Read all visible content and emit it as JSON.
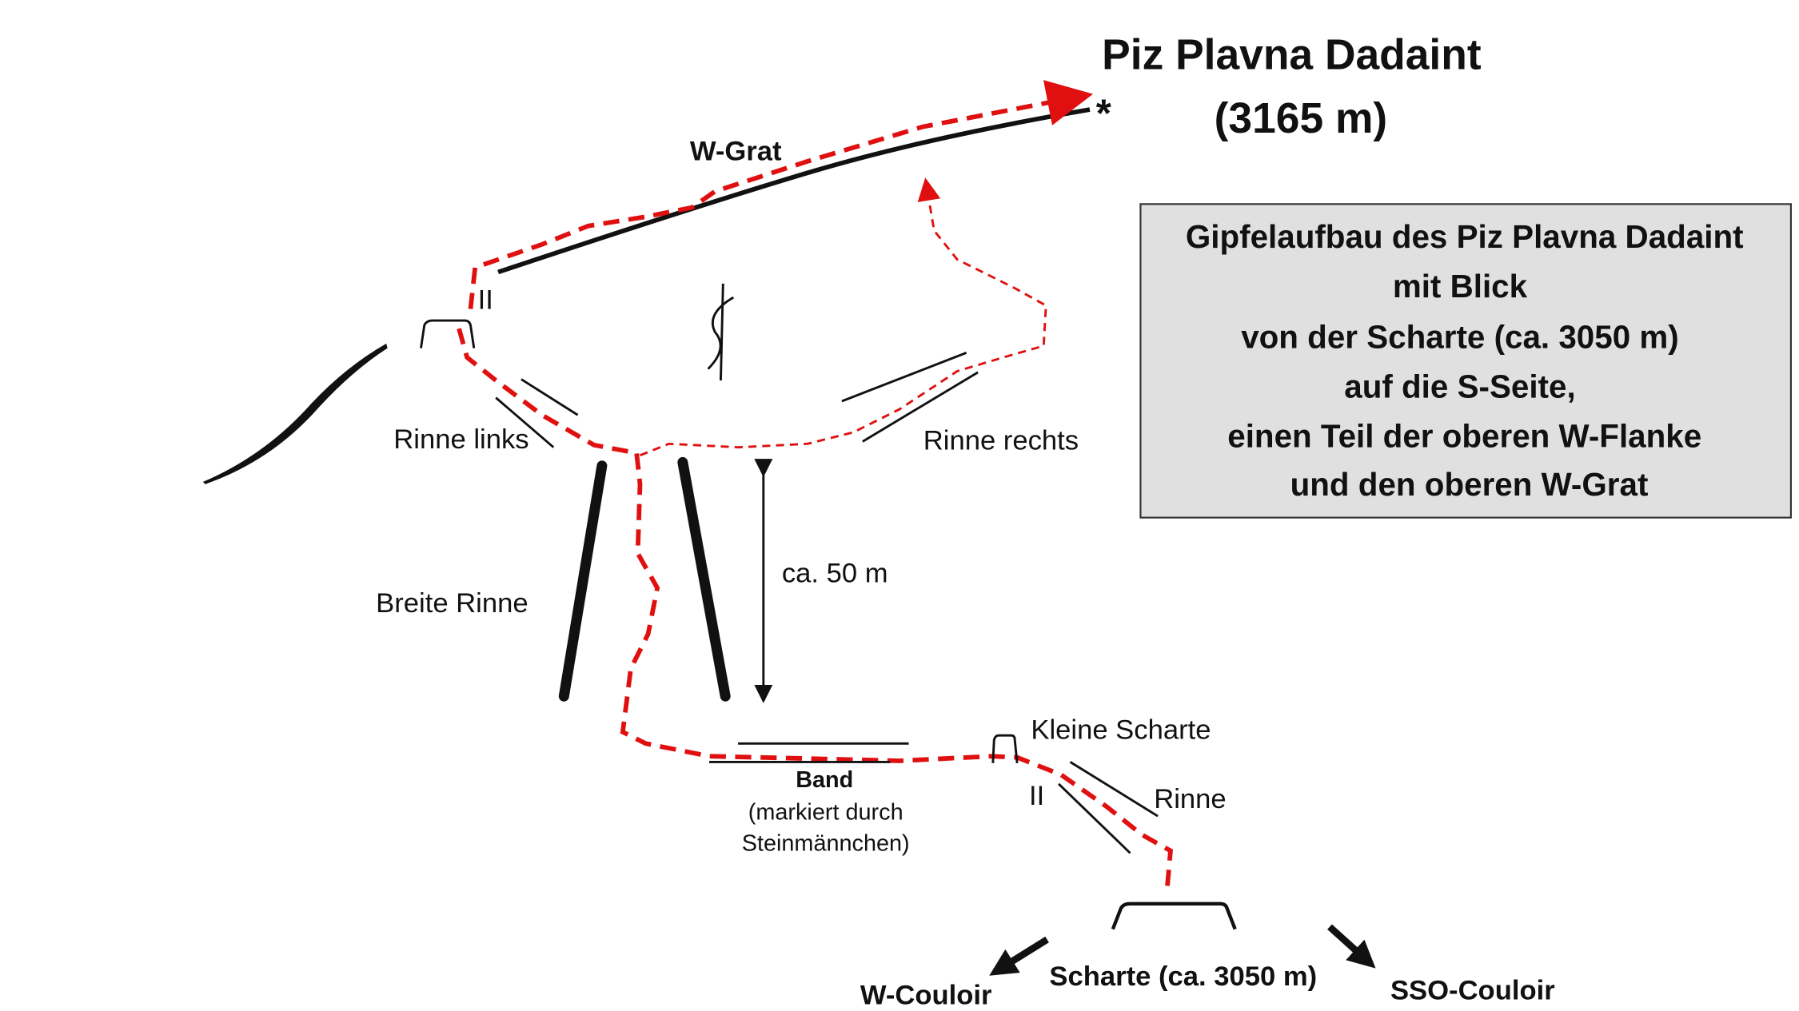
{
  "title": {
    "line1": "Piz Plavna Dadaint",
    "line2": "(3165 m)"
  },
  "summit_marker": "*",
  "info_box": {
    "lines": [
      "Gipfelaufbau des Piz Plavna Dadaint",
      "mit Blick",
      "von der Scharte (ca. 3050 m)",
      "auf die S-Seite,",
      "einen Teil der oberen W-Flanke",
      "und den oberen W-Grat"
    ]
  },
  "labels": {
    "w_grat": "W-Grat",
    "grade_upper": "II",
    "rinne_links": "Rinne links",
    "rinne_rechts": "Rinne rechts",
    "breite_rinne": "Breite Rinne",
    "height": "ca. 50 m",
    "band": "Band",
    "band_note1": "(markiert durch",
    "band_note2": "Steinmännchen)",
    "kleine_scharte": "Kleine Scharte",
    "grade_lower": "II",
    "rinne": "Rinne",
    "scharte": "Scharte (ca. 3050 m)",
    "w_couloir": "W-Couloir",
    "sso_couloir": "SSO-Couloir"
  },
  "colors": {
    "route": "#e01010",
    "box_fill": "#e0e0e0"
  }
}
